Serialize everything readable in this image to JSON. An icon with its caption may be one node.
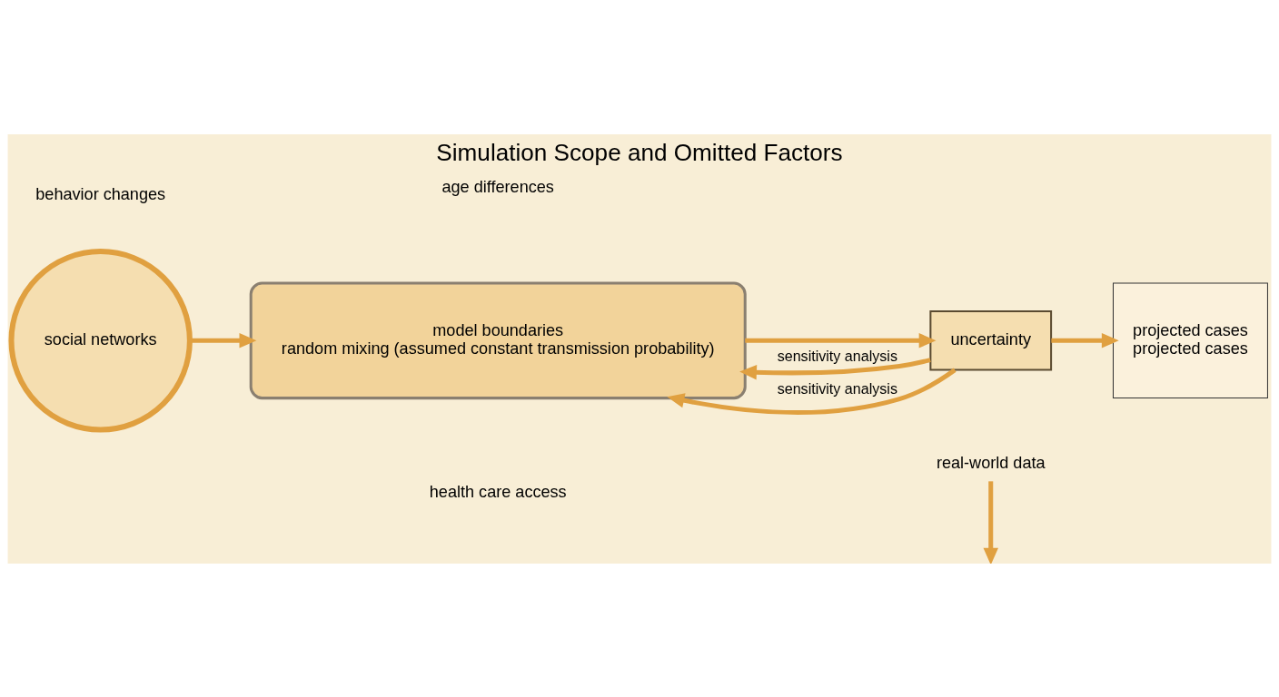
{
  "diagram": {
    "title": "Simulation Scope and Omitted Factors",
    "nodes": [
      {
        "text": [
          "social networks"
        ]
      },
      {
        "text": [
          "model boundaries",
          "random mixing (assumed constant transmission probability)"
        ]
      },
      {
        "text": [
          "uncertainty"
        ]
      },
      {
        "text": [
          "projected cases",
          "projected cases"
        ]
      },
      {
        "text": [
          "age differences"
        ]
      },
      {
        "text": [
          "behavior changes"
        ]
      },
      {
        "text": [
          "health care access"
        ]
      },
      {
        "text": [
          "real-world data"
        ]
      }
    ],
    "edges": [
      {
        "from": 0,
        "to": 1,
        "arrow": "to"
      },
      {
        "from": 1,
        "to": 2,
        "arrow": "to"
      },
      {
        "from": 2,
        "to": 3,
        "arrow": "to"
      },
      {
        "from": 2,
        "to": 1,
        "arrow": "to",
        "label": "sensitivity analysis"
      },
      {
        "from": 2,
        "to": 1,
        "arrow": "to",
        "label": "sensitivity analysis"
      },
      {
        "from": 7,
        "to": null,
        "arrow": "to"
      }
    ]
  }
}
